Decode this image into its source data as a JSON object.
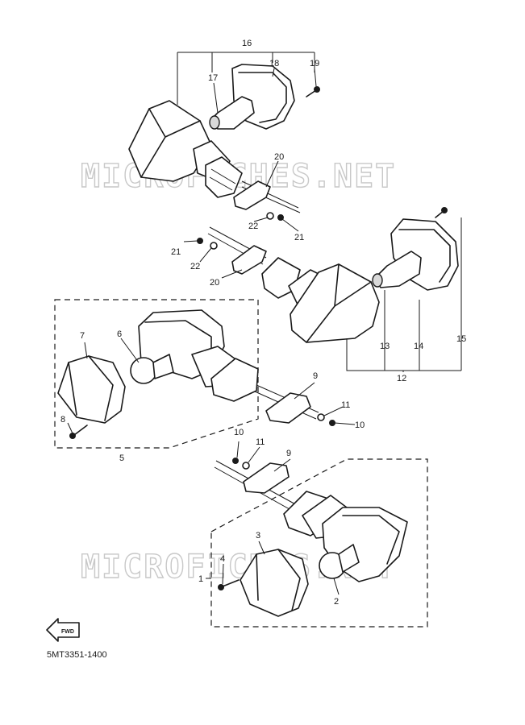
{
  "callouts": [
    "1",
    "2",
    "3",
    "4",
    "5",
    "6",
    "7",
    "8",
    "9",
    "10",
    "11",
    "12",
    "13",
    "14",
    "15",
    "16",
    "17",
    "18",
    "19",
    "20",
    "21",
    "22"
  ],
  "callouts_repeat": {
    "nine_b": "9",
    "ten_b": "10",
    "eleven_b": "11",
    "twenty_b": "20",
    "twentyone_b": "21",
    "twentytwo_b": "22"
  },
  "diagram_code": "5MT3351-1400",
  "watermark": "MICROFICHES.NET",
  "fwd_label": "FWD"
}
